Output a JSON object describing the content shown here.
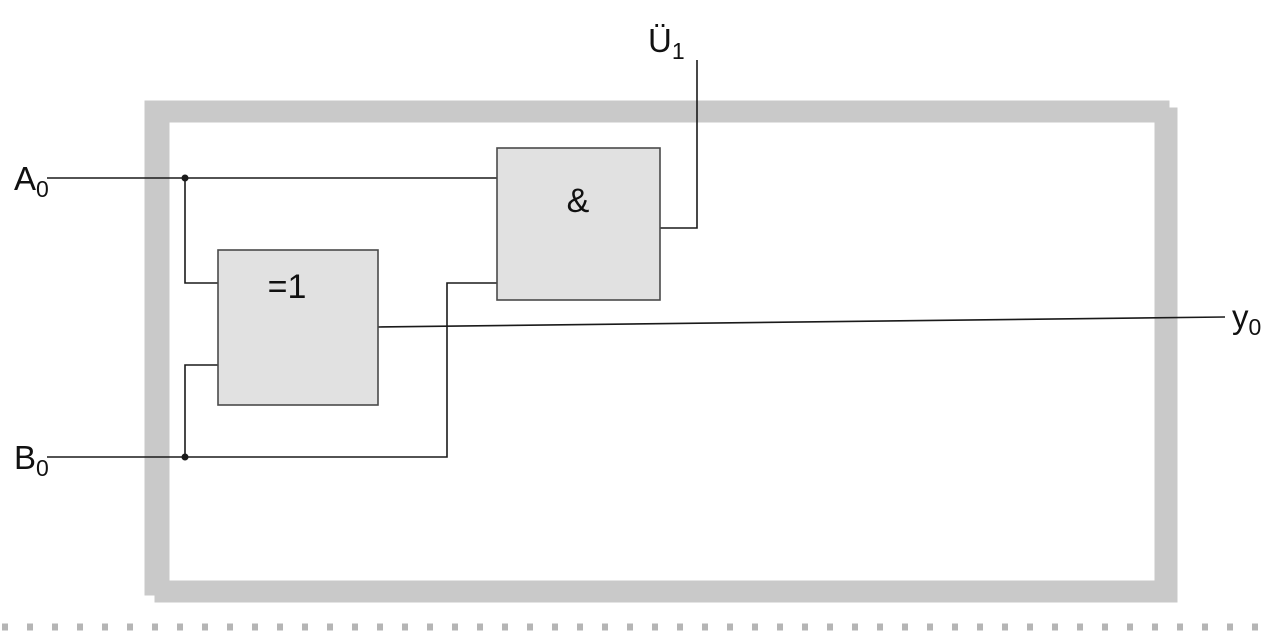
{
  "diagram": {
    "type": "logic-circuit-half-adder",
    "inputs": {
      "a": {
        "base": "A",
        "sub": "0"
      },
      "b": {
        "base": "B",
        "sub": "0"
      }
    },
    "outputs": {
      "carry": {
        "base": "Ü",
        "sub": "1"
      },
      "sum": {
        "base": "y",
        "sub": "0"
      }
    },
    "gates": {
      "xor": {
        "label": "=1"
      },
      "and": {
        "label": "&"
      }
    },
    "colors": {
      "frame": "#c9c9c9",
      "gate_fill": "#e1e1e1",
      "gate_border": "#4a4a4a",
      "wire": "#1a1a1a",
      "dashed_border": "#b5b5b5",
      "background": "#ffffff"
    }
  }
}
